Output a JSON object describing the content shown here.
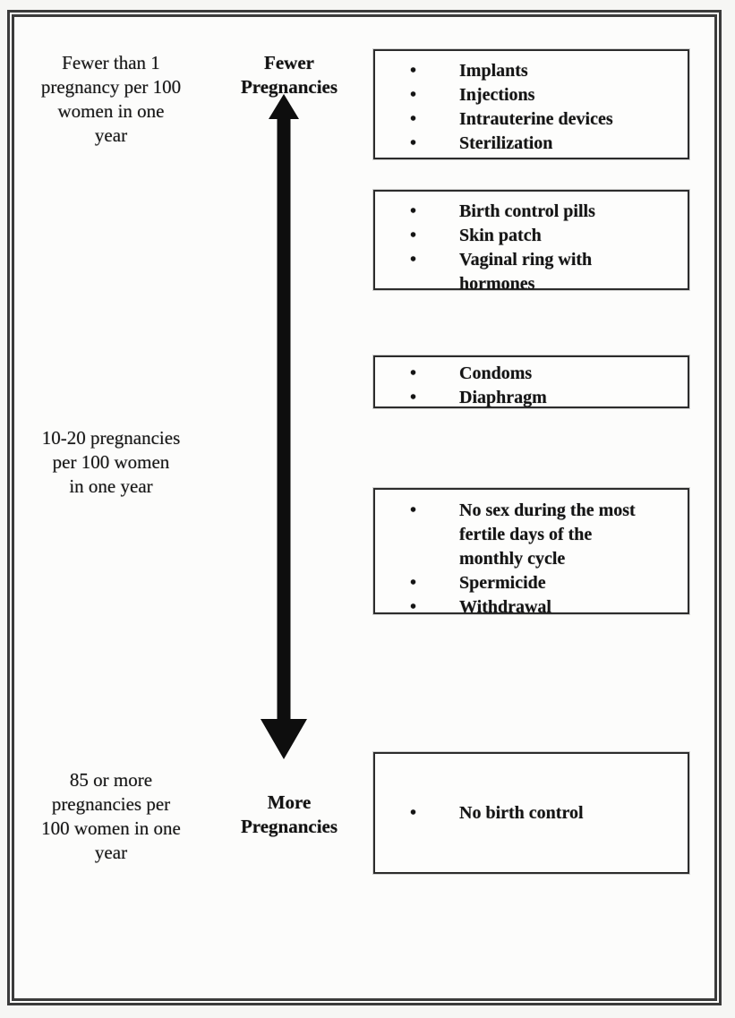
{
  "diagram": {
    "bullet": "•",
    "arrow": {
      "direction": "vertical-double",
      "color": "#0e0e0e"
    },
    "colors": {
      "ink": "#141414",
      "box_border": "#2c2c2c",
      "frame_border": "#3b3b3b",
      "background": "#fcfcfb"
    },
    "left_labels": [
      {
        "lines": [
          "Fewer than 1",
          "pregnancy per 100",
          "women in one",
          "year"
        ]
      },
      {
        "lines": [
          "10-20 pregnancies",
          "per 100 women",
          "in one year"
        ]
      },
      {
        "lines": [
          "85 or more",
          "pregnancies per",
          "100 women in one",
          "year"
        ]
      }
    ],
    "axis_labels": [
      {
        "lines": [
          "Fewer",
          "Pregnancies"
        ]
      },
      {
        "lines": [
          "More",
          "Pregnancies"
        ]
      }
    ],
    "boxes": [
      {
        "items": [
          {
            "lines": [
              "Implants"
            ]
          },
          {
            "lines": [
              "Injections"
            ]
          },
          {
            "lines": [
              "Intrauterine devices"
            ]
          },
          {
            "lines": [
              "Sterilization"
            ]
          }
        ]
      },
      {
        "items": [
          {
            "lines": [
              "Birth control pills"
            ]
          },
          {
            "lines": [
              "Skin patch"
            ]
          },
          {
            "lines": [
              "Vaginal ring with",
              "hormones"
            ]
          }
        ]
      },
      {
        "items": [
          {
            "lines": [
              "Condoms"
            ]
          },
          {
            "lines": [
              "Diaphragm"
            ]
          }
        ]
      },
      {
        "items": [
          {
            "lines": [
              "No sex during the most",
              "fertile days of the",
              "monthly cycle"
            ]
          },
          {
            "lines": [
              "Spermicide"
            ]
          },
          {
            "lines": [
              "Withdrawal"
            ]
          }
        ]
      },
      {
        "items": [
          {
            "lines": [
              "No birth control"
            ]
          }
        ]
      }
    ]
  }
}
